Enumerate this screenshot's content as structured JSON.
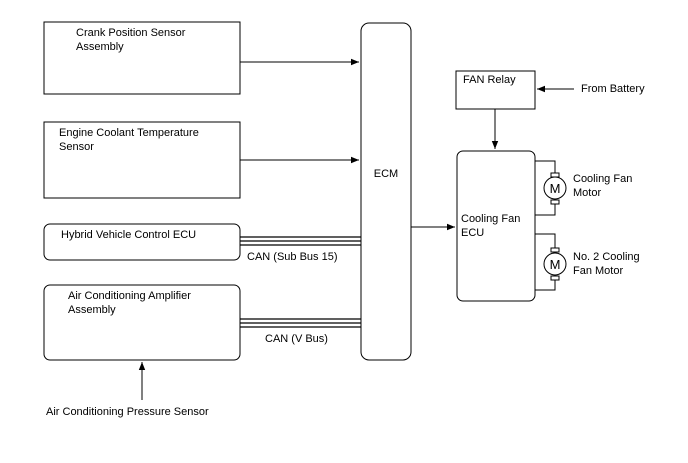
{
  "blocks": {
    "crank_sensor": [
      "Crank Position Sensor",
      "Assembly"
    ],
    "coolant_sensor": [
      "Engine Coolant Temperature",
      "Sensor"
    ],
    "hybrid_ecu": [
      "Hybrid Vehicle Control ECU"
    ],
    "ac_amplifier": [
      "Air Conditioning Amplifier",
      "Assembly"
    ],
    "ecm": [
      "ECM"
    ],
    "fan_relay": [
      "FAN Relay"
    ],
    "cooling_fan_ecu": [
      "Cooling Fan",
      "ECU"
    ],
    "cooling_fan_motor": [
      "Cooling Fan",
      "Motor"
    ],
    "no2_cooling_fan_motor": [
      "No. 2 Cooling",
      "Fan Motor"
    ]
  },
  "labels": {
    "from_battery": "From Battery",
    "ac_pressure_sensor": "Air Conditioning Pressure Sensor",
    "can_sub_bus": "CAN (Sub Bus 15)",
    "can_v_bus": "CAN (V Bus)",
    "motor_symbol": "M"
  }
}
